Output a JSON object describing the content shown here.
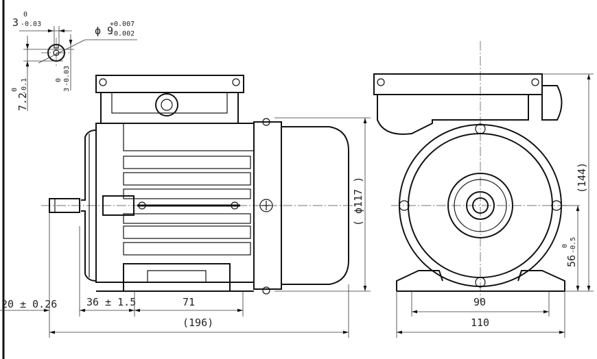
{
  "drawing": {
    "title": "Motor outline dimension drawing",
    "shaft_detail": {
      "key_width": "3",
      "key_width_tol_upper": "0",
      "key_width_tol_lower": "-0.03",
      "shaft_dia": "ϕ 9",
      "shaft_dia_tol_upper": "+0.007",
      "shaft_dia_tol_lower": "-0.002",
      "key_height": "7.2",
      "key_height_tol_upper": "0",
      "key_height_tol_lower": "-0.1",
      "key_depth": "3",
      "key_depth_tol_upper": "0",
      "key_depth_tol_lower": "-0.03"
    },
    "side_view": {
      "shaft_length": "20 ± 0.26",
      "shoulder_to_foot": "36 ± 1.5",
      "foot_hole_spacing": "71",
      "overall_length": "(196)",
      "frame_diameter": "( ϕ117 )"
    },
    "front_view": {
      "foot_hole_width": "90",
      "foot_width": "110",
      "overall_height": "(144)",
      "center_height": "56",
      "center_height_tol_upper": "0",
      "center_height_tol_lower": "-0.5"
    }
  }
}
